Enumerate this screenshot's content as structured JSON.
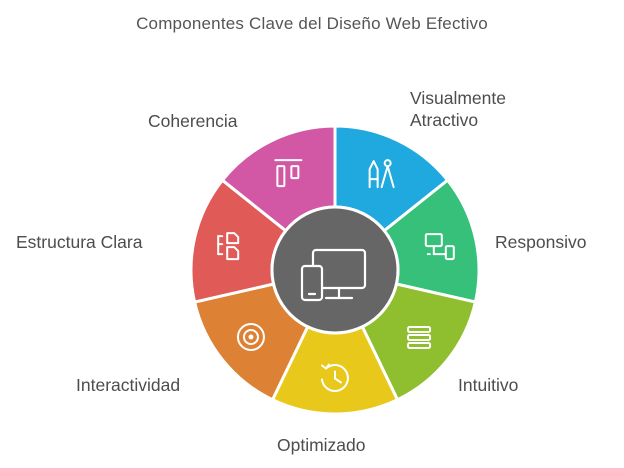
{
  "title": "Componentes Clave del Diseño Web Efectivo",
  "segments": [
    {
      "label": "Visualmente\nAtractivo",
      "color": "#1fa9df",
      "icon": "pen-compass-icon"
    },
    {
      "label": "Responsivo",
      "color": "#36c07a",
      "icon": "devices-icon"
    },
    {
      "label": "Intuitivo",
      "color": "#8fbf2f",
      "icon": "menu-lines-icon"
    },
    {
      "label": "Optimizado",
      "color": "#e8c81a",
      "icon": "clock-refresh-icon"
    },
    {
      "label": "Interactividad",
      "color": "#dd8234",
      "icon": "target-icon"
    },
    {
      "label": "Estructura Clara",
      "color": "#e05a58",
      "icon": "structure-icon"
    },
    {
      "label": "Coherencia",
      "color": "#d257a5",
      "icon": "align-icon"
    }
  ],
  "center": {
    "color": "#666666",
    "icon": "monitor-phone-icon"
  }
}
